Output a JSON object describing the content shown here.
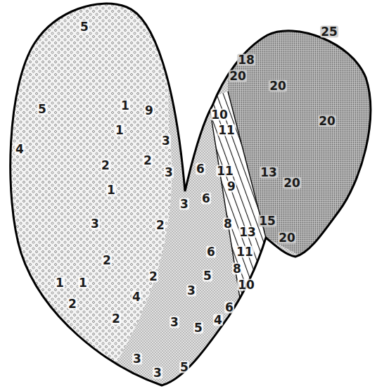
{
  "diagram": {
    "labels": [
      "5",
      "5",
      "1",
      "9",
      "1",
      "4",
      "3",
      "2",
      "2",
      "3",
      "1",
      "3",
      "2",
      "2",
      "2",
      "1",
      "1",
      "4",
      "2",
      "2",
      "3",
      "6",
      "6",
      "6",
      "5",
      "3",
      "6",
      "4",
      "3",
      "5",
      "3",
      "3",
      "5",
      "10",
      "11",
      "11",
      "9",
      "8",
      "13",
      "11",
      "8",
      "10",
      "18",
      "25",
      "20",
      "20",
      "20",
      "13",
      "20",
      "15",
      "20"
    ]
  }
}
